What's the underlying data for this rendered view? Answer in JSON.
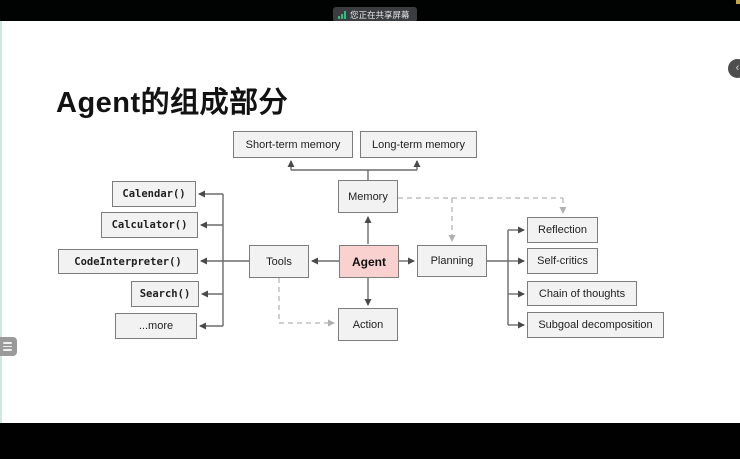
{
  "screen_share": {
    "banner_label": "您正在共享屏幕",
    "indicator_icon": "signal-bars-icon",
    "indicator_color": "#35bd7d",
    "banner_bg": "#3a3d40"
  },
  "slide": {
    "title": "Agent的组成部分",
    "diagram": {
      "nodes": [
        {
          "id": "short-term-memory",
          "label": "Short-term memory"
        },
        {
          "id": "long-term-memory",
          "label": "Long-term memory"
        },
        {
          "id": "memory",
          "label": "Memory"
        },
        {
          "id": "calendar",
          "label": "Calendar()"
        },
        {
          "id": "calculator",
          "label": "Calculator()"
        },
        {
          "id": "code-interpreter",
          "label": "CodeInterpreter()"
        },
        {
          "id": "search",
          "label": "Search()"
        },
        {
          "id": "more",
          "label": "...more"
        },
        {
          "id": "tools",
          "label": "Tools"
        },
        {
          "id": "agent",
          "label": "Agent"
        },
        {
          "id": "planning",
          "label": "Planning"
        },
        {
          "id": "action",
          "label": "Action"
        },
        {
          "id": "reflection",
          "label": "Reflection"
        },
        {
          "id": "self-critics",
          "label": "Self-critics"
        },
        {
          "id": "chain-of-thoughts",
          "label": "Chain of thoughts"
        },
        {
          "id": "subgoal-decomposition",
          "label": "Subgoal decomposition"
        }
      ],
      "colors": {
        "node_bg": "#f2f2f2",
        "node_border": "#7c7c7c",
        "agent_bg": "#f9d1cf",
        "solid_connector": "#6b6b6b",
        "dashed_connector": "#b5b5b5"
      }
    }
  },
  "overlays": {
    "left_toggle_icon": "list-icon",
    "right_toggle_icon": "chevron-left-icon",
    "chevron_glyph": "‹"
  }
}
